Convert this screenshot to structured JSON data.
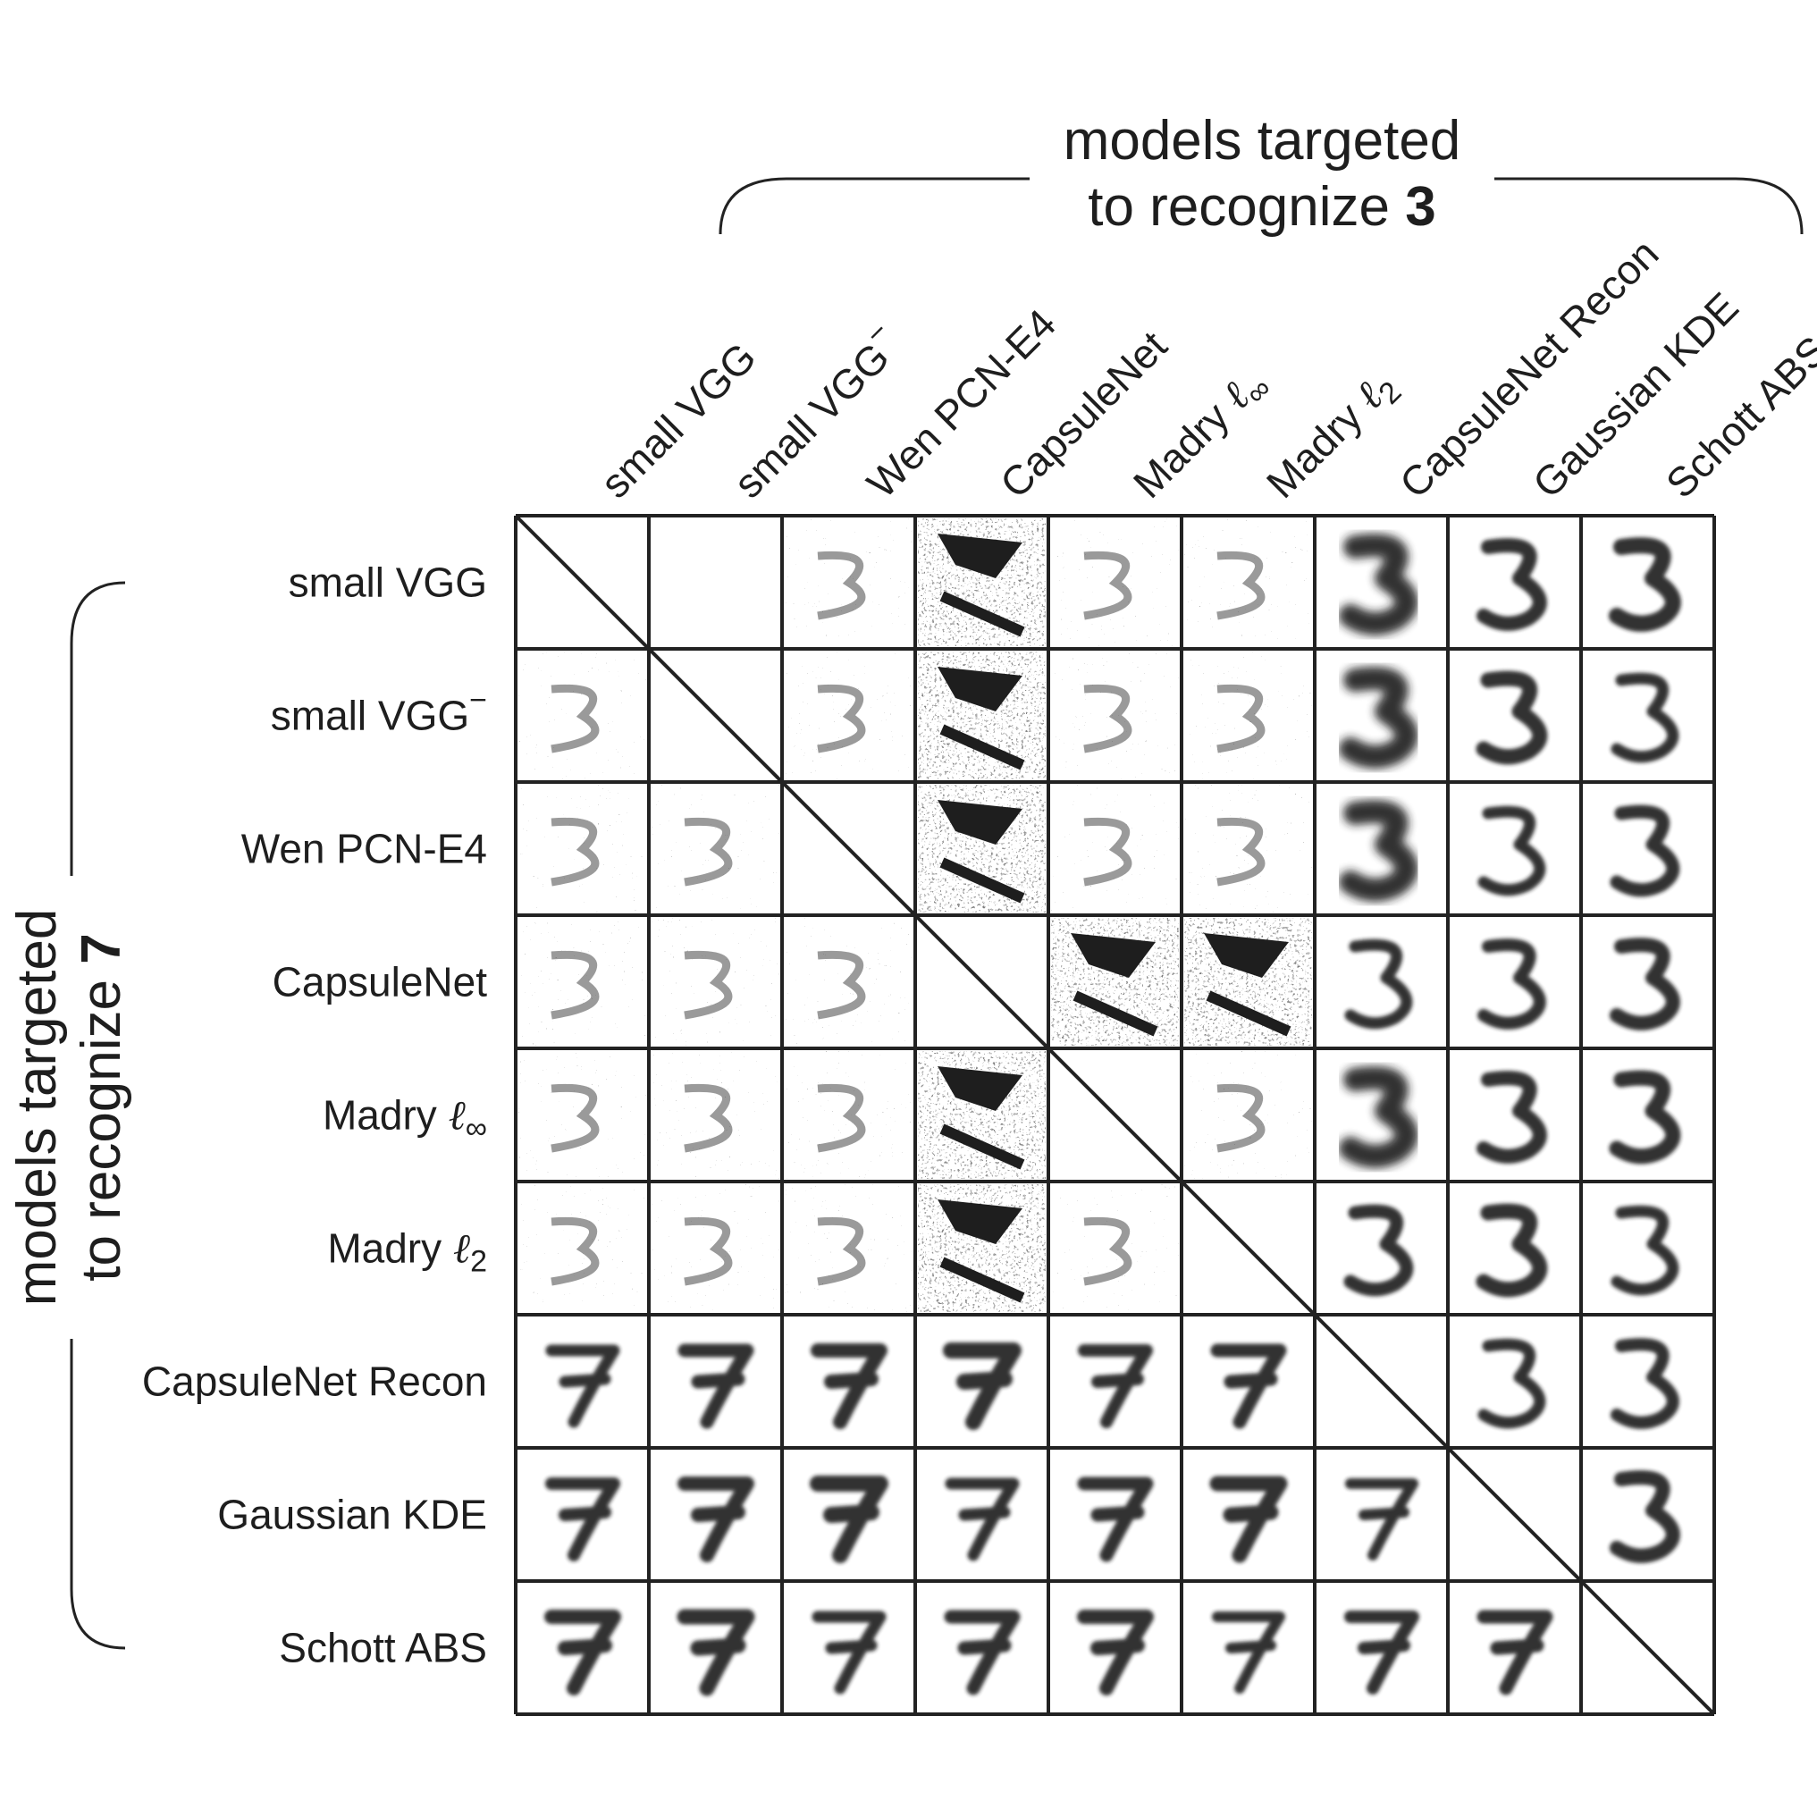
{
  "top_group": {
    "line1": "models targeted",
    "line2_prefix": "to recognize ",
    "line2_digit": "3"
  },
  "left_group": {
    "line1": "models targeted",
    "line2_prefix": "to recognize ",
    "line2_digit": "7"
  },
  "columns": [
    {
      "base": "small VGG",
      "sup": "",
      "sub": ""
    },
    {
      "base": "small VGG",
      "sup": "−",
      "sub": ""
    },
    {
      "base": "Wen PCN-E4",
      "sup": "",
      "sub": ""
    },
    {
      "base": "CapsuleNet",
      "sup": "",
      "sub": ""
    },
    {
      "base": "Madry ",
      "sup": "",
      "sub": "∞",
      "ell": "ℓ"
    },
    {
      "base": "Madry ",
      "sup": "",
      "sub": "2",
      "ell": "ℓ"
    },
    {
      "base": "CapsuleNet Recon",
      "sup": "",
      "sub": ""
    },
    {
      "base": "Gaussian KDE",
      "sup": "",
      "sub": ""
    },
    {
      "base": "Schott ABS",
      "sup": "",
      "sub": ""
    }
  ],
  "rows": [
    {
      "base": "small VGG",
      "sup": "",
      "sub": ""
    },
    {
      "base": "small VGG",
      "sup": "−",
      "sub": ""
    },
    {
      "base": "Wen PCN-E4",
      "sup": "",
      "sub": ""
    },
    {
      "base": "CapsuleNet",
      "sup": "",
      "sub": ""
    },
    {
      "base": "Madry ",
      "sup": "",
      "sub": "∞",
      "ell": "ℓ"
    },
    {
      "base": "Madry ",
      "sup": "",
      "sub": "2",
      "ell": "ℓ"
    },
    {
      "base": "CapsuleNet Recon",
      "sup": "",
      "sub": ""
    },
    {
      "base": "Gaussian KDE",
      "sup": "",
      "sub": ""
    },
    {
      "base": "Schott ABS",
      "sup": "",
      "sub": ""
    }
  ],
  "cells": [
    [
      "diag",
      "empty",
      "noise",
      "blob",
      "noise",
      "noise",
      "recon",
      "digit",
      "digit"
    ],
    [
      "noise",
      "diag",
      "noise",
      "blob",
      "noise",
      "noise",
      "recon",
      "digit",
      "digit"
    ],
    [
      "noise",
      "noise",
      "diag",
      "blob",
      "noise",
      "noise",
      "recon",
      "digit",
      "digit"
    ],
    [
      "noise",
      "noise",
      "noise",
      "diag",
      "blob",
      "blob",
      "digit",
      "digit",
      "digit"
    ],
    [
      "noise",
      "noise",
      "noise",
      "blob",
      "diag",
      "noise",
      "recon",
      "digit",
      "digit"
    ],
    [
      "noise",
      "noise",
      "noise",
      "blob",
      "noise",
      "diag",
      "digit",
      "digit",
      "digit"
    ],
    [
      "digit",
      "digit",
      "digit",
      "digit",
      "digit",
      "digit",
      "diag",
      "digit",
      "digit"
    ],
    [
      "digit",
      "digit",
      "digit",
      "digit",
      "digit",
      "digit",
      "digit",
      "diag",
      "digit"
    ],
    [
      "digit",
      "digit",
      "digit",
      "digit",
      "digit",
      "digit",
      "digit",
      "digit",
      "diag"
    ]
  ],
  "colors": {
    "ink": "#1e1e1e",
    "grid": "#222222",
    "paper": "#ffffff"
  }
}
